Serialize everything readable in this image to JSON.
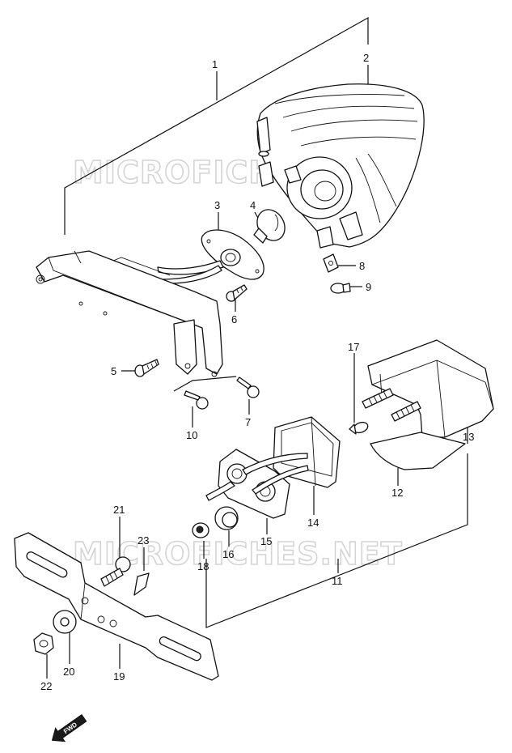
{
  "watermark": {
    "text": "MICROFICHES.NET"
  },
  "callouts": {
    "p1": "1",
    "p2": "2",
    "p3": "3",
    "p4": "4",
    "p5": "5",
    "p6": "6",
    "p7": "7",
    "p8": "8",
    "p9": "9",
    "p10": "10",
    "p11": "11",
    "p12": "12",
    "p13": "13",
    "p14": "14",
    "p15": "15",
    "p16": "16",
    "p17": "17",
    "p18": "18",
    "p19": "19",
    "p20": "20",
    "p21": "21",
    "p22": "22",
    "p23": "23"
  },
  "fwd_label": "FWD"
}
